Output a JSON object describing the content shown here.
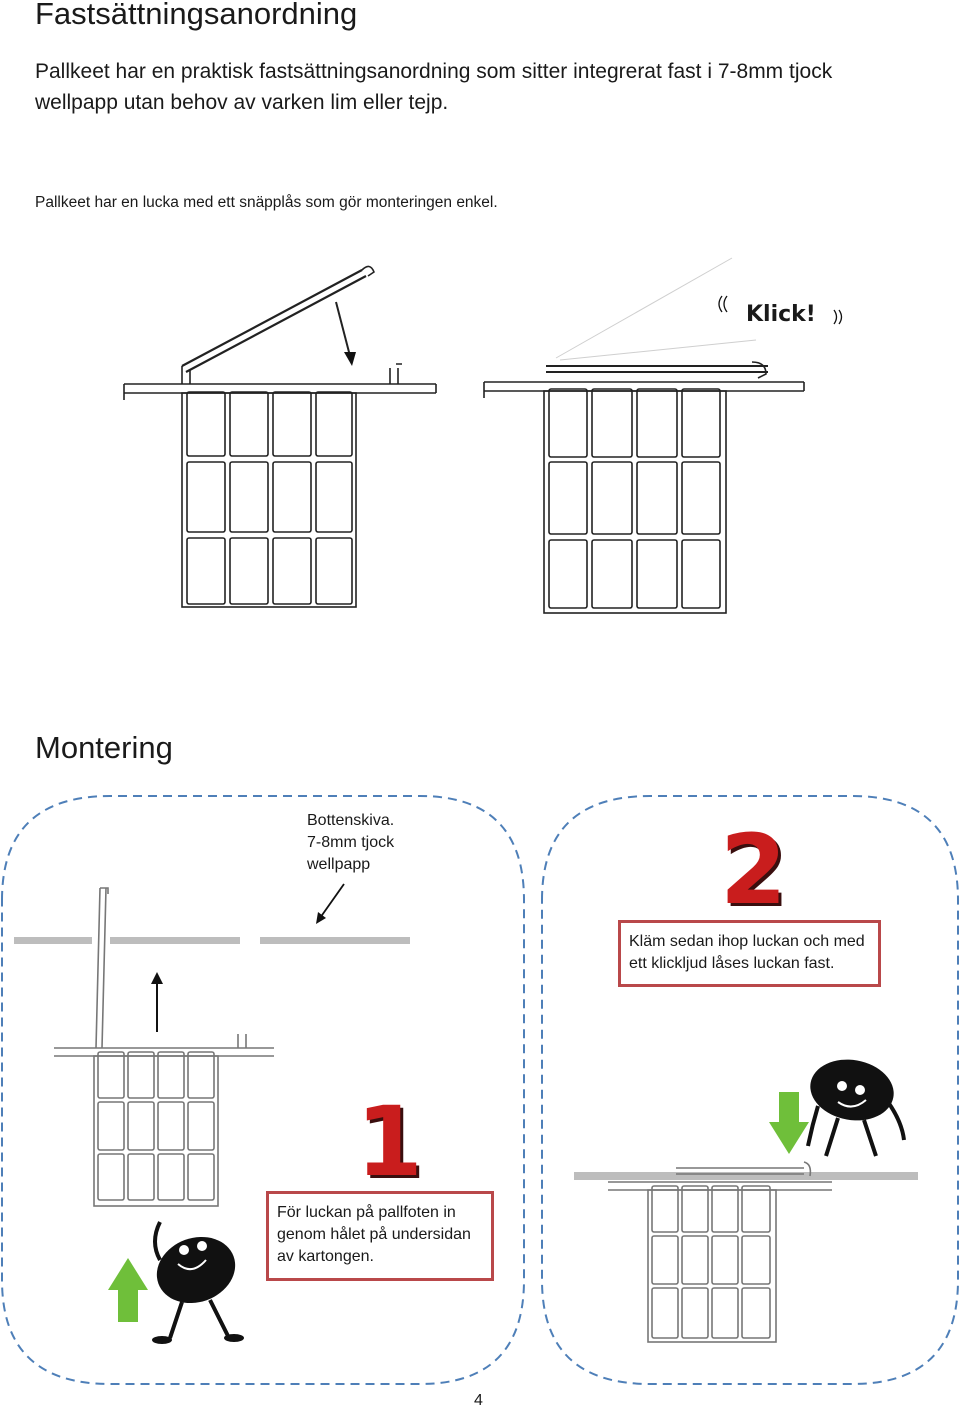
{
  "section1": {
    "title": "Fastsättningsanordning",
    "intro": "Pallkeet har en praktisk fastsättningsanordning som sitter integrerat fast i 7-8mm tjock wellpapp utan behov av varken lim eller tejp.",
    "subtext": "Pallkeet har en lucka med ett snäpplås som gör monteringen enkel.",
    "click_label": "Klick!"
  },
  "section2": {
    "title": "Montering",
    "callout": {
      "line1": "Bottenskiva.",
      "line2": "7-8mm tjock",
      "line3": "wellpapp"
    },
    "step1": {
      "number": "1",
      "text": "För luckan på pallfoten in genom hålet på undersidan av kartongen."
    },
    "step2": {
      "number": "2",
      "text": "Kläm sedan ihop luckan och med ett klickljud låses luckan fast."
    }
  },
  "page_number": "4",
  "colors": {
    "step_border": "#b9484a",
    "step_number": "#c91d1d",
    "arrow_green": "#6fbf3a",
    "panel_dash": "#4e7fb8"
  }
}
